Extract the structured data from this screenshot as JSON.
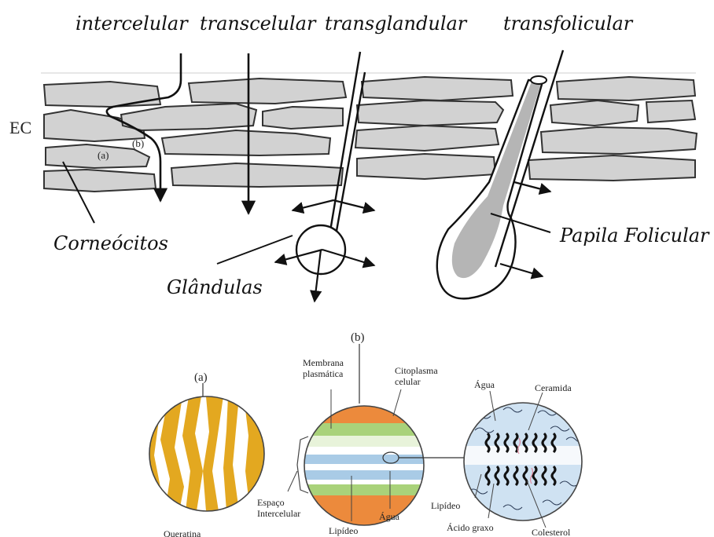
{
  "routes": {
    "intercellular": "intercelular",
    "transcellular": "transcelular",
    "transglandular": "transglandular",
    "transfollicular": "transfolicular"
  },
  "labels": {
    "ec": "EC",
    "a_marker": "(a)",
    "b_marker": "(b)",
    "corneocytes": "Corneócitos",
    "glands": "Glândulas",
    "follicular_papilla": "Papila Folicular"
  },
  "inset_a": {
    "title": "(a)",
    "keratin": "Queratina"
  },
  "inset_b": {
    "title": "(b)",
    "membrane_line1": "Membrana",
    "membrane_line2": "plasmática",
    "cytoplasm_line1": "Citoplasma",
    "cytoplasm_line2": "celular",
    "space_line1": "Espaço",
    "space_line2": "Intercelular",
    "lipid": "Lipídeo",
    "water": "Água"
  },
  "inset_c": {
    "water": "Água",
    "ceramide": "Ceramida",
    "lipid": "Lipídeo",
    "fatty_acid": "Ácido graxo",
    "cholesterol": "Colesterol"
  },
  "colors": {
    "cell_fill": "#d2d2d2",
    "keratin": "#e3a820",
    "orange_band": "#ec8a3c",
    "green_band": "#a9d27a",
    "blue_band": "#a9cbe6",
    "lipid_bg": "#cfe2f2"
  }
}
